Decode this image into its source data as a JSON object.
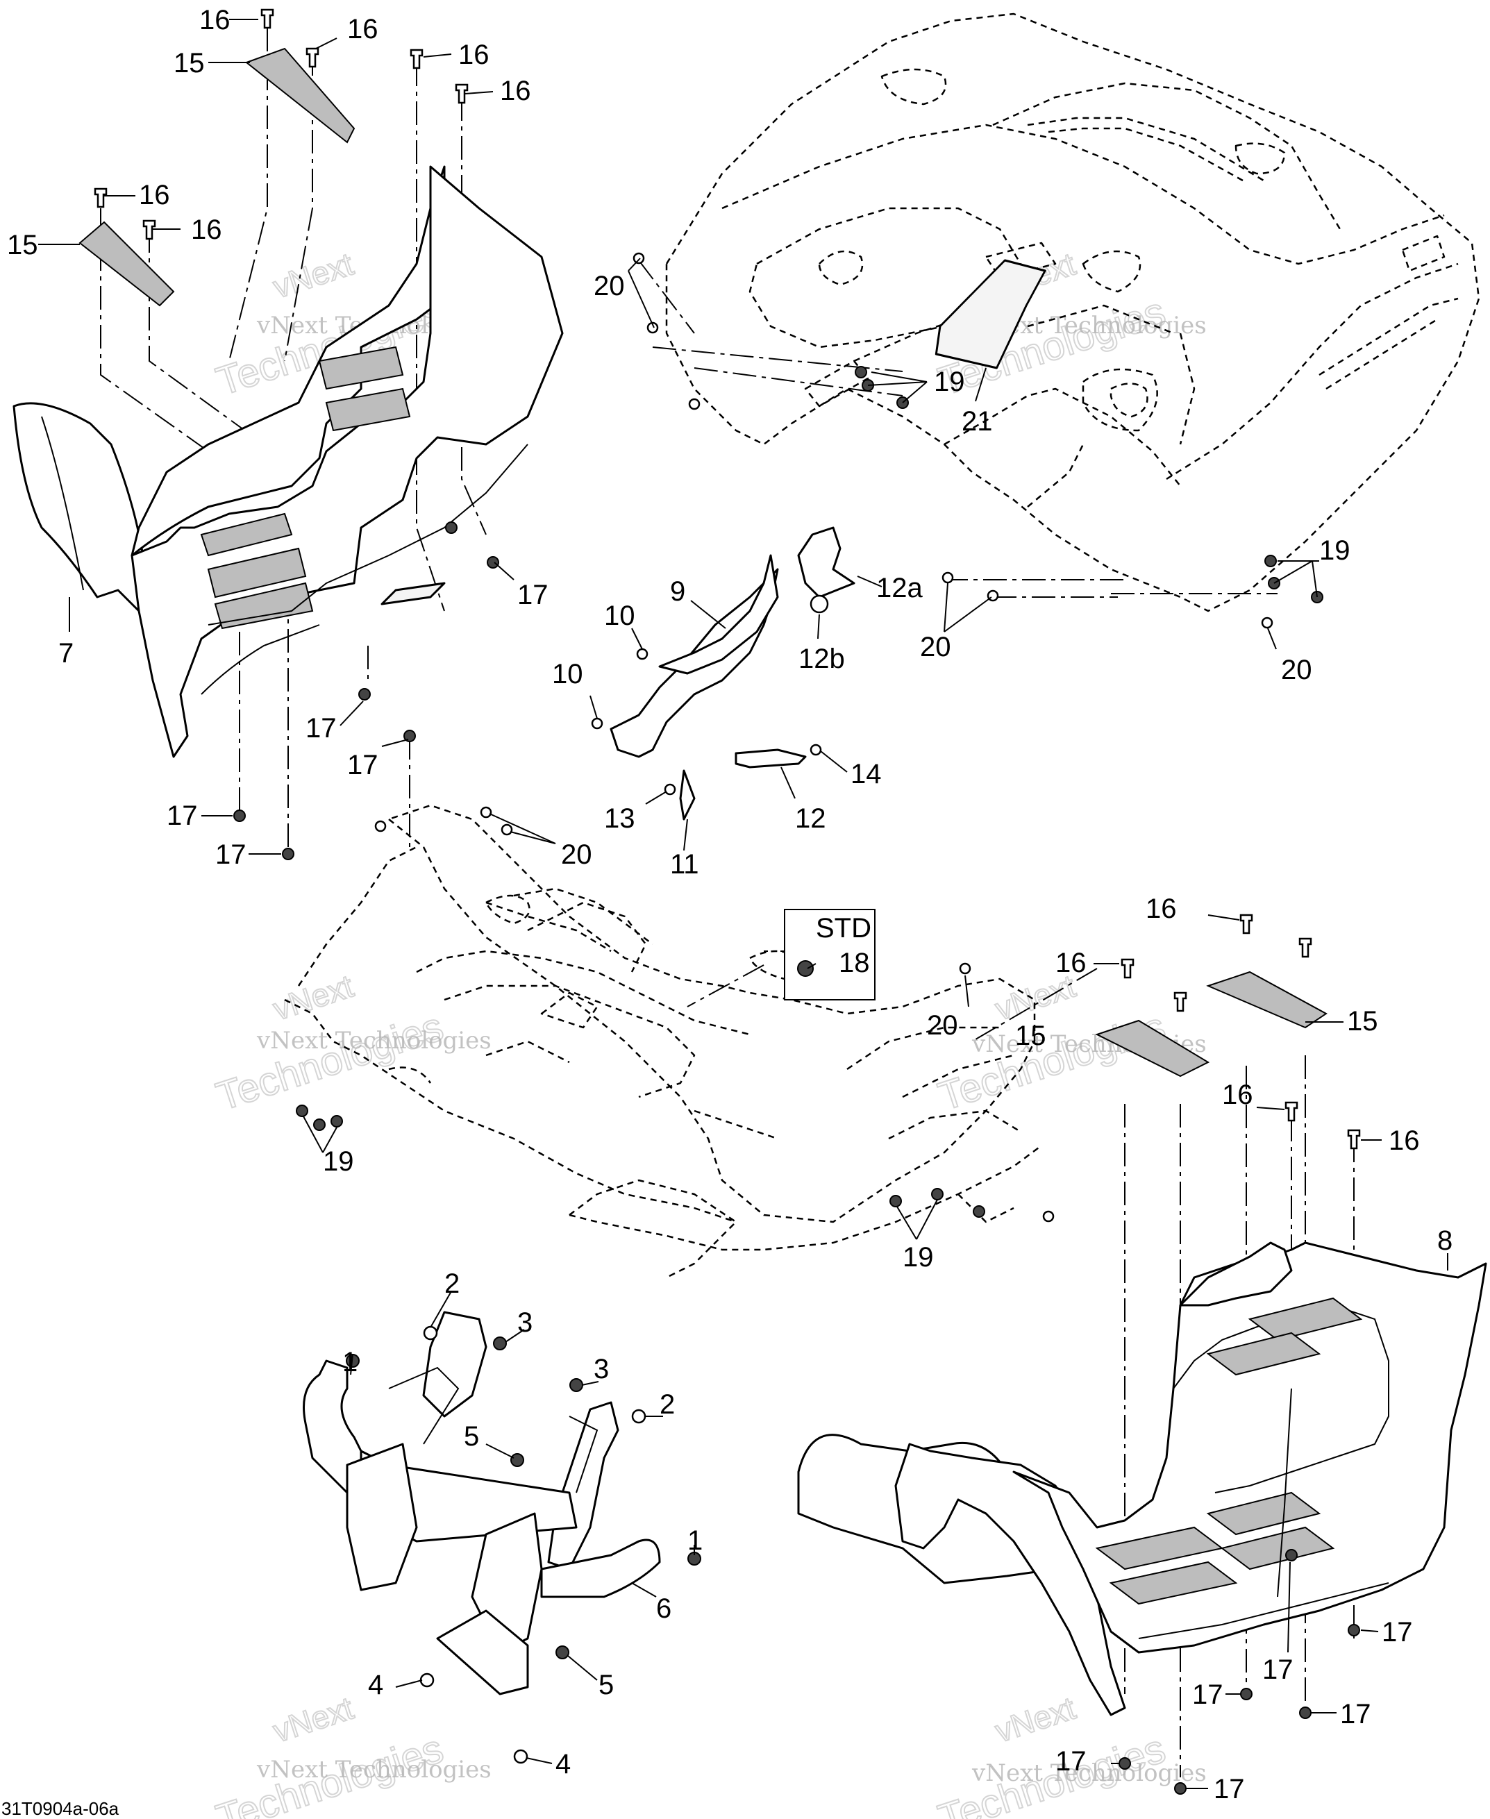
{
  "diagram": {
    "drawing_code": "31T0904a-06a",
    "std_box_label": "STD",
    "watermark_line_1": "vNext Technologies",
    "watermark_line_2": "Technologies",
    "watermark_line_3": "vNext",
    "callouts": [
      {
        "id": "c16a",
        "text": "16"
      },
      {
        "id": "c15a",
        "text": "15"
      },
      {
        "id": "c16b",
        "text": "16"
      },
      {
        "id": "c16c",
        "text": "16"
      },
      {
        "id": "c16d",
        "text": "16"
      },
      {
        "id": "c16e",
        "text": "16"
      },
      {
        "id": "c15b",
        "text": "15"
      },
      {
        "id": "c16f",
        "text": "16"
      },
      {
        "id": "c7",
        "text": "7"
      },
      {
        "id": "c17a",
        "text": "17"
      },
      {
        "id": "c17b",
        "text": "17"
      },
      {
        "id": "c17c",
        "text": "17"
      },
      {
        "id": "c17d",
        "text": "17"
      },
      {
        "id": "c17e",
        "text": "17"
      },
      {
        "id": "c20a",
        "text": "20"
      },
      {
        "id": "c19a",
        "text": "19"
      },
      {
        "id": "c21",
        "text": "21"
      },
      {
        "id": "c19b",
        "text": "19"
      },
      {
        "id": "c20b",
        "text": "20"
      },
      {
        "id": "c20c",
        "text": "20"
      },
      {
        "id": "c9",
        "text": "9"
      },
      {
        "id": "c12a",
        "text": "12a"
      },
      {
        "id": "c10a",
        "text": "10"
      },
      {
        "id": "c12b",
        "text": "12b"
      },
      {
        "id": "c10b",
        "text": "10"
      },
      {
        "id": "c14",
        "text": "14"
      },
      {
        "id": "c13",
        "text": "13"
      },
      {
        "id": "c12",
        "text": "12"
      },
      {
        "id": "c11",
        "text": "11"
      },
      {
        "id": "c20d",
        "text": "20"
      },
      {
        "id": "c18",
        "text": "18"
      },
      {
        "id": "c16g",
        "text": "16"
      },
      {
        "id": "c16h",
        "text": "16"
      },
      {
        "id": "c15c",
        "text": "15"
      },
      {
        "id": "c20e",
        "text": "20"
      },
      {
        "id": "c15d",
        "text": "15"
      },
      {
        "id": "c16i",
        "text": "16"
      },
      {
        "id": "c16j",
        "text": "16"
      },
      {
        "id": "c19c",
        "text": "19"
      },
      {
        "id": "c19d",
        "text": "19"
      },
      {
        "id": "c8",
        "text": "8"
      },
      {
        "id": "c2a",
        "text": "2"
      },
      {
        "id": "c3a",
        "text": "3"
      },
      {
        "id": "c1a",
        "text": "1"
      },
      {
        "id": "c3b",
        "text": "3"
      },
      {
        "id": "c2b",
        "text": "2"
      },
      {
        "id": "c5a",
        "text": "5"
      },
      {
        "id": "c1b",
        "text": "1"
      },
      {
        "id": "c6",
        "text": "6"
      },
      {
        "id": "c4a",
        "text": "4"
      },
      {
        "id": "c5b",
        "text": "5"
      },
      {
        "id": "c4b",
        "text": "4"
      },
      {
        "id": "c17f",
        "text": "17"
      },
      {
        "id": "c17g",
        "text": "17"
      },
      {
        "id": "c17h",
        "text": "17"
      },
      {
        "id": "c17i",
        "text": "17"
      },
      {
        "id": "c17j",
        "text": "17"
      },
      {
        "id": "c17k",
        "text": "17"
      }
    ]
  }
}
